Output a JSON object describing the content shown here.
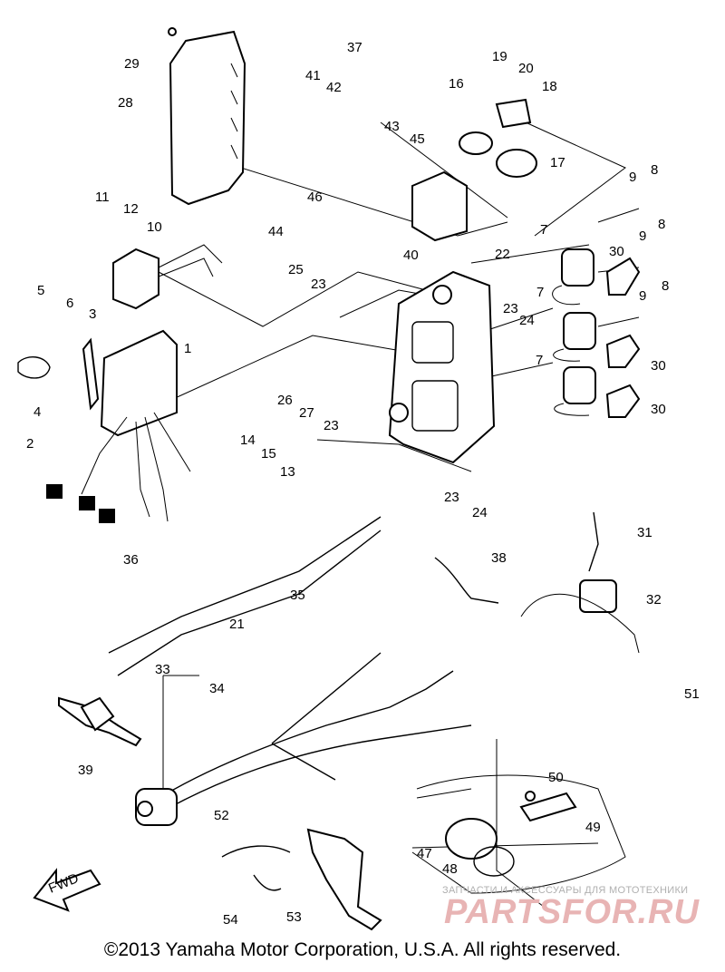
{
  "labels": [
    {
      "id": "29",
      "text": "29"
    },
    {
      "id": "28",
      "text": "28"
    },
    {
      "id": "37",
      "text": "37"
    },
    {
      "id": "41",
      "text": "41"
    },
    {
      "id": "42",
      "text": "42"
    },
    {
      "id": "16",
      "text": "16"
    },
    {
      "id": "19",
      "text": "19"
    },
    {
      "id": "20",
      "text": "20"
    },
    {
      "id": "18",
      "text": "18"
    },
    {
      "id": "43",
      "text": "43"
    },
    {
      "id": "45",
      "text": "45"
    },
    {
      "id": "17",
      "text": "17"
    },
    {
      "id": "46",
      "text": "46"
    },
    {
      "id": "11",
      "text": "11"
    },
    {
      "id": "12",
      "text": "12"
    },
    {
      "id": "10",
      "text": "10"
    },
    {
      "id": "44",
      "text": "44"
    },
    {
      "id": "40",
      "text": "40"
    },
    {
      "id": "25",
      "text": "25"
    },
    {
      "id": "22",
      "text": "22"
    },
    {
      "id": "9a",
      "text": "9"
    },
    {
      "id": "8a",
      "text": "8"
    },
    {
      "id": "7a",
      "text": "7"
    },
    {
      "id": "9b",
      "text": "9"
    },
    {
      "id": "8b",
      "text": "8"
    },
    {
      "id": "30a",
      "text": "30"
    },
    {
      "id": "23a",
      "text": "23"
    },
    {
      "id": "5",
      "text": "5"
    },
    {
      "id": "6",
      "text": "6"
    },
    {
      "id": "3",
      "text": "3"
    },
    {
      "id": "7b",
      "text": "7"
    },
    {
      "id": "9c",
      "text": "9"
    },
    {
      "id": "8c",
      "text": "8"
    },
    {
      "id": "23b",
      "text": "23"
    },
    {
      "id": "24a",
      "text": "24"
    },
    {
      "id": "1",
      "text": "1"
    },
    {
      "id": "4",
      "text": "4"
    },
    {
      "id": "7c",
      "text": "7"
    },
    {
      "id": "30b",
      "text": "30"
    },
    {
      "id": "26",
      "text": "26"
    },
    {
      "id": "27",
      "text": "27"
    },
    {
      "id": "23c",
      "text": "23"
    },
    {
      "id": "30c",
      "text": "30"
    },
    {
      "id": "2",
      "text": "2"
    },
    {
      "id": "14",
      "text": "14"
    },
    {
      "id": "15",
      "text": "15"
    },
    {
      "id": "13",
      "text": "13"
    },
    {
      "id": "23d",
      "text": "23"
    },
    {
      "id": "24b",
      "text": "24"
    },
    {
      "id": "31",
      "text": "31"
    },
    {
      "id": "36",
      "text": "36"
    },
    {
      "id": "38",
      "text": "38"
    },
    {
      "id": "35",
      "text": "35"
    },
    {
      "id": "32",
      "text": "32"
    },
    {
      "id": "21",
      "text": "21"
    },
    {
      "id": "33",
      "text": "33"
    },
    {
      "id": "34",
      "text": "34"
    },
    {
      "id": "51",
      "text": "51"
    },
    {
      "id": "39",
      "text": "39"
    },
    {
      "id": "50",
      "text": "50"
    },
    {
      "id": "52",
      "text": "52"
    },
    {
      "id": "49",
      "text": "49"
    },
    {
      "id": "47",
      "text": "47"
    },
    {
      "id": "48",
      "text": "48"
    },
    {
      "id": "54",
      "text": "54"
    },
    {
      "id": "53",
      "text": "53"
    }
  ],
  "fwd_label": "FWD",
  "watermark": {
    "subtitle": "ЗАПЧАСТИ И АКСЕССУАРЫ ДЛЯ МОТОТЕХНИКИ",
    "brand": "PARTSFOR.RU"
  },
  "copyright": "©2013 Yamaha Motor Corporation, U.S.A. All rights reserved."
}
